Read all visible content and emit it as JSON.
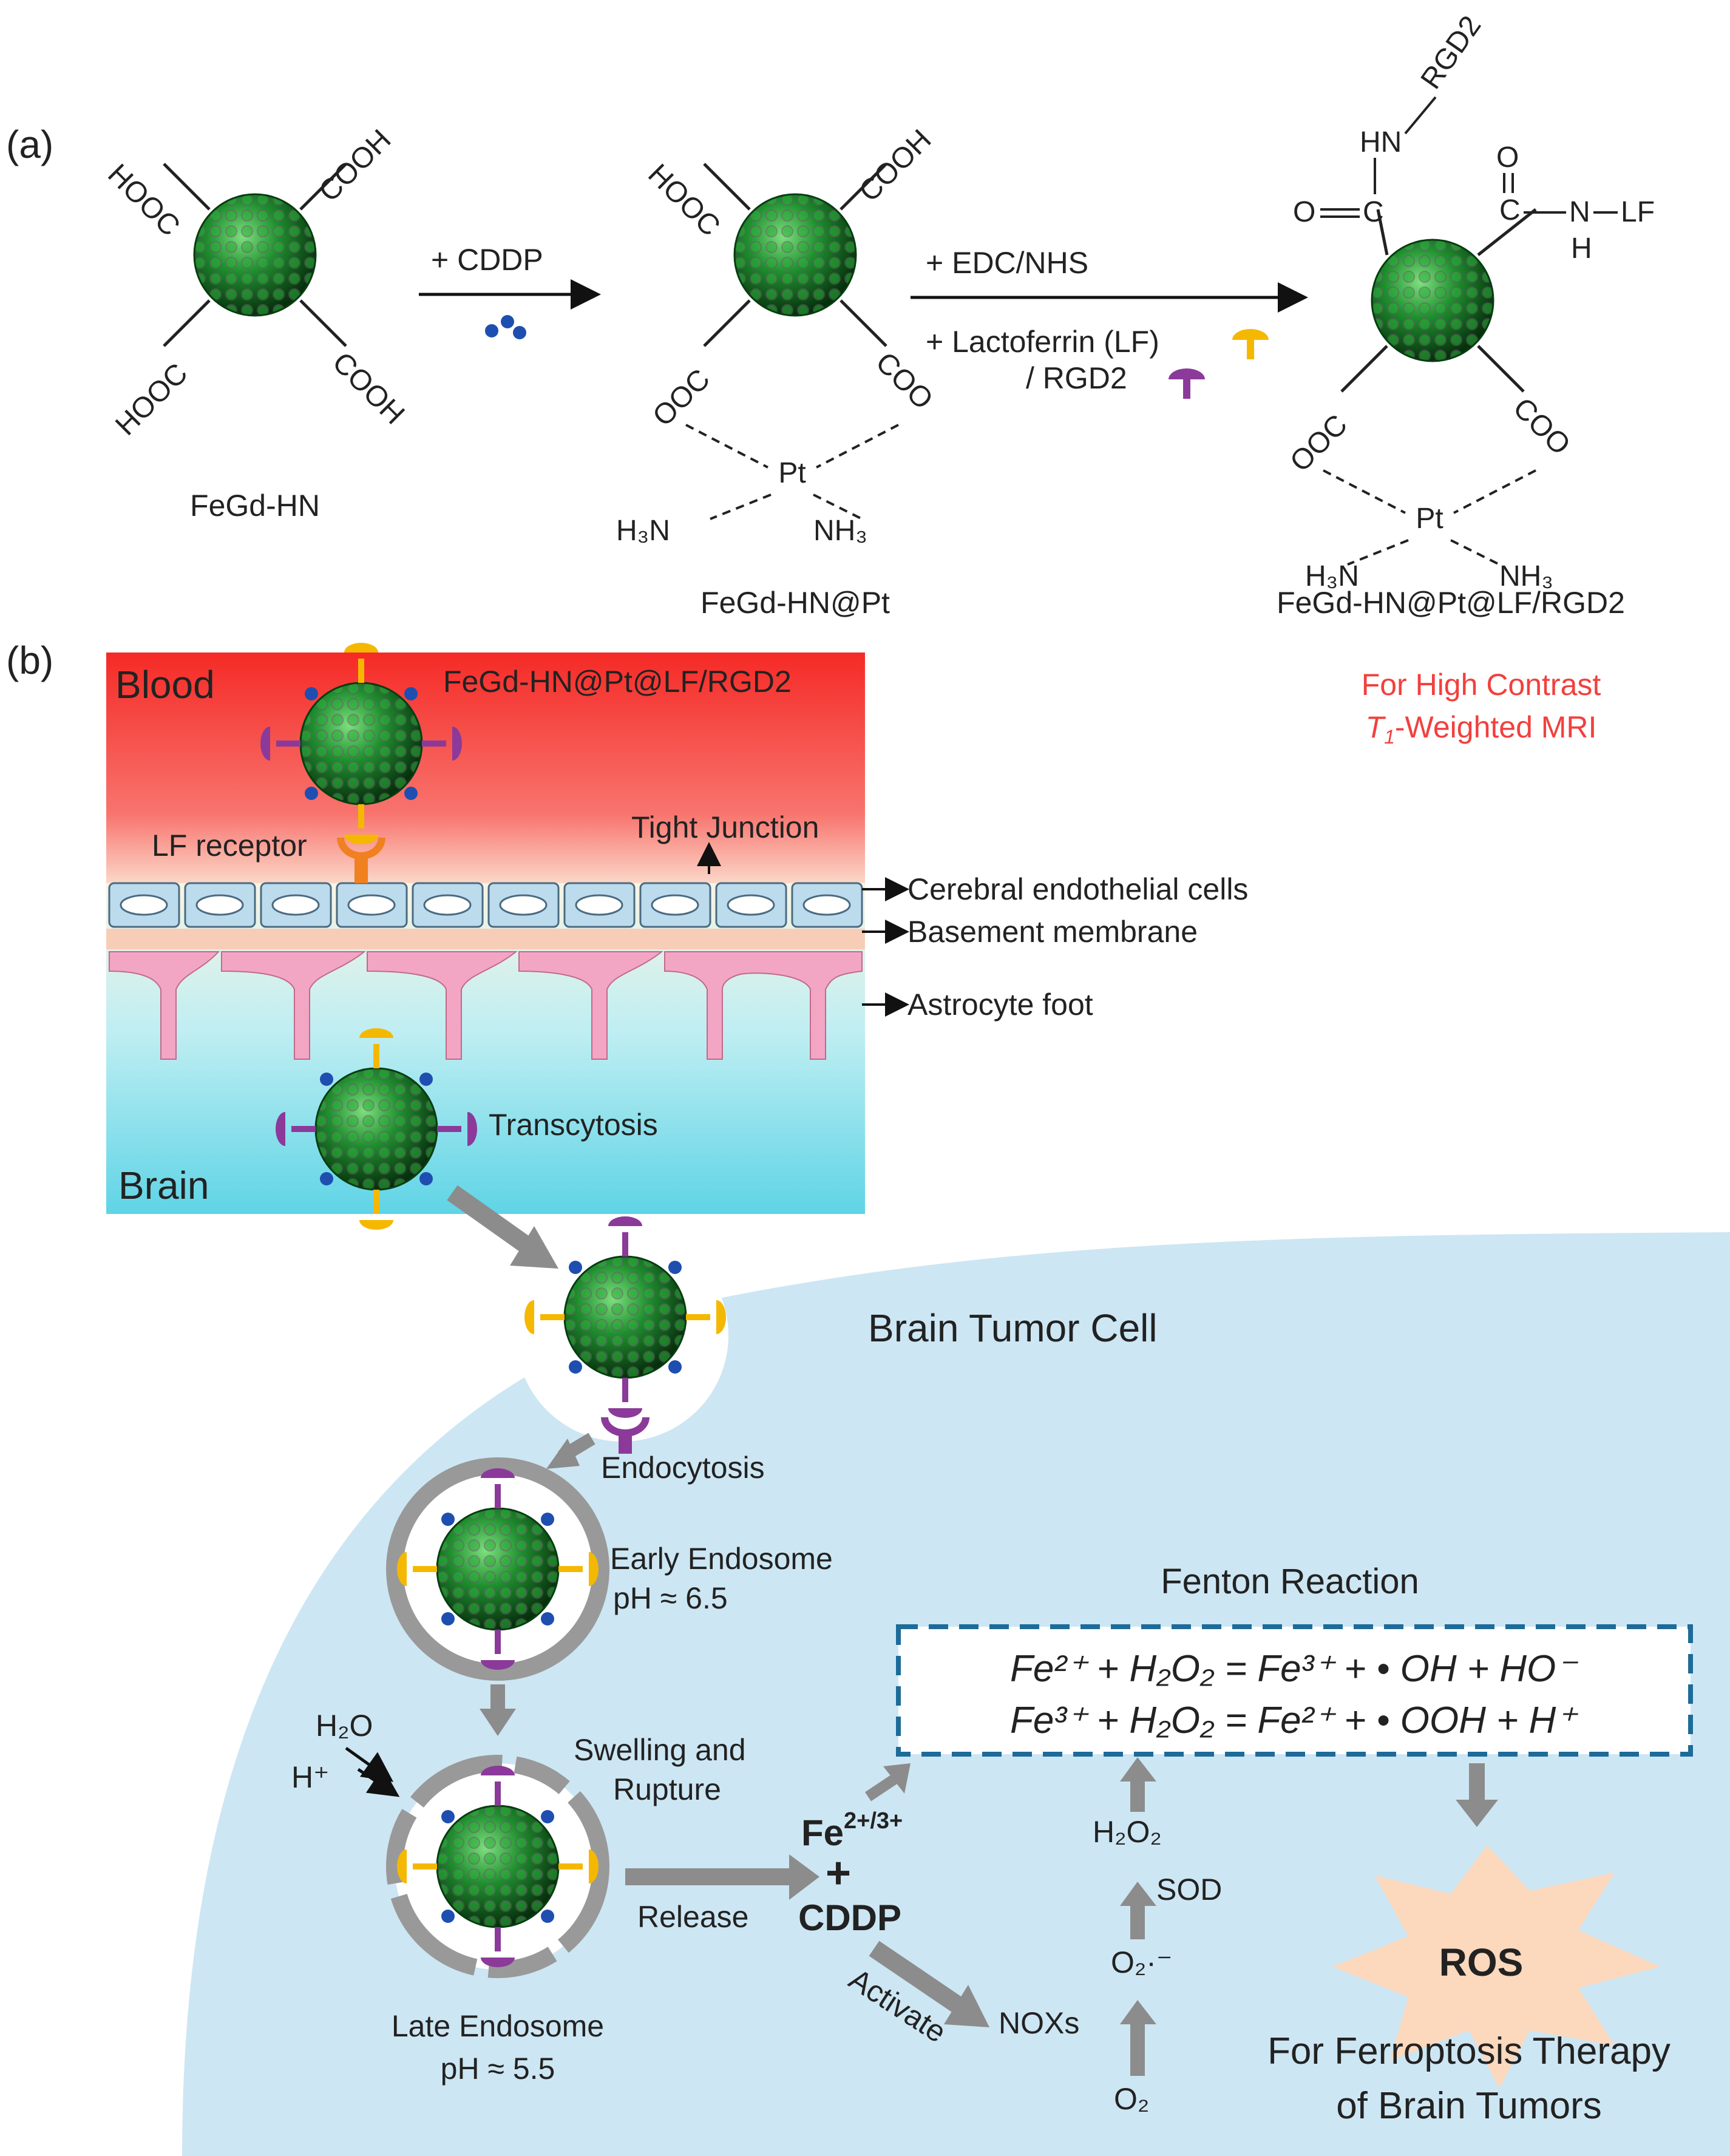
{
  "panel_a": {
    "label": "(a)",
    "groups": {
      "hooc": "HOOC",
      "cooh": "COOH",
      "ooc": "OOC",
      "coo": "COO"
    },
    "platinum": {
      "pt": "Pt",
      "h3n": "H₃N",
      "nh3": "NH₃"
    },
    "amide": {
      "o": "O",
      "c": "C",
      "hn": "HN",
      "rgd2": "RGD2",
      "n": "N",
      "h": "H",
      "lf": "LF"
    },
    "step1_label": "+ CDDP",
    "step2_label_1": "+  EDC/NHS",
    "step2_label_2": "+  Lactoferrin (LF)",
    "step2_label_3": "/ RGD2",
    "compounds": [
      "FeGd-HN",
      "FeGd-HN@Pt",
      "FeGd-HN@Pt@LF/RGD2"
    ],
    "mri_note_1": "For High Contrast",
    "mri_note_2_italic": "T",
    "mri_note_2_sub": "1",
    "mri_note_2_rest": "-Weighted MRI"
  },
  "panel_b": {
    "label": "(b)",
    "blood": "Blood",
    "brain": "Brain",
    "nanoparticle_label": "FeGd-HN@Pt@LF/RGD2",
    "lf_receptor": "LF receptor",
    "tight_junction": "Tight Junction",
    "layers": [
      "Cerebral endothelial cells",
      "Basement membrane",
      "Astrocyte foot"
    ],
    "transcytosis": "Transcytosis",
    "tumor_cell": "Brain Tumor Cell",
    "endocytosis": "Endocytosis",
    "early_endosome": "Early Endosome",
    "early_ph": "pH ≈ 6.5",
    "late_endosome": "Late Endosome",
    "late_ph": "pH ≈ 5.5",
    "water": "H₂O",
    "proton": "H⁺",
    "swelling_1": "Swelling and",
    "swelling_2": "Rupture",
    "release": "Release",
    "fe_ion": "Fe",
    "fe_charge": "2+/3+",
    "plus": "+",
    "cddp": "CDDP",
    "activate": "Activate",
    "noxs": "NOXs",
    "o2": "O₂",
    "superoxide": "O₂·⁻",
    "sod": "SOD",
    "h2o2": "H₂O₂",
    "fenton_title": "Fenton Reaction",
    "fenton_eq1": "Fe²⁺ + H₂O₂ = Fe³⁺ + • OH + HO⁻",
    "fenton_eq2": "Fe³⁺ + H₂O₂ = Fe²⁺ + • OOH + H⁺",
    "ros": "ROS",
    "therapy_1": "For Ferroptosis Therapy",
    "therapy_2": "of Brain Tumors"
  },
  "colors": {
    "blood_red": "#f52a26",
    "brain_cyan": "#5fd4e6",
    "tumor_cell_blue": "#cde6f3",
    "accent_red": "#f2403d",
    "fe_orange": "#f57f22",
    "cddp_blue": "#1d6fc4",
    "fenton_border": "#1d6b99",
    "arrow_gray": "#8c8c8c",
    "ros_burst": "#fcd8bd",
    "ligand_purple": "#8b3a9a",
    "ligand_yellow": "#f5b800",
    "receptor_orange": "#f08020",
    "endothelial": "#bcdcee",
    "astrocyte_pink": "#f3a6c4"
  }
}
